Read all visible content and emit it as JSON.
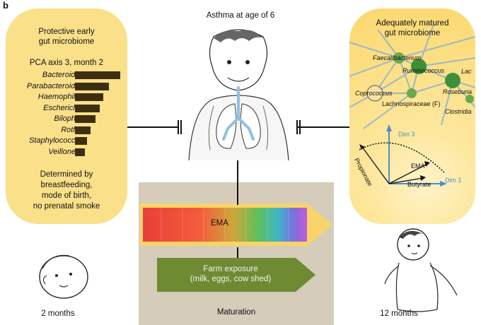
{
  "panel_letter": "b",
  "top_title": "Asthma at age of 6",
  "left_box": {
    "title_line1": "Protective early",
    "title_line2": "gut microbiome",
    "subtitle": "PCA axis 3, month 2",
    "bars": [
      {
        "label": "Bacteroides",
        "value": 1.0
      },
      {
        "label": "Parabacteroides",
        "value": 0.75
      },
      {
        "label": "Haemophilus",
        "value": 0.62
      },
      {
        "label": "Escherichia",
        "value": 0.55
      },
      {
        "label": "Bilophila",
        "value": 0.45
      },
      {
        "label": "Rothia",
        "value": 0.34
      },
      {
        "label": "Staphylococcus",
        "value": 0.26
      },
      {
        "label": "Veillonella",
        "value": 0.22
      }
    ],
    "footer_line1": "Determined by",
    "footer_line2": "breastfeeding,",
    "footer_line3": "mode of birth,",
    "footer_line4": "no prenatal smoke"
  },
  "right_box": {
    "title_line1": "Adequately matured",
    "title_line2": "gut microbiome",
    "network_labels": {
      "faecalibacterium": "Faecalibacterium",
      "ruminococcus": "Ruminococcus",
      "lac": "Lac",
      "coprococcus": "Coprococcus",
      "roseburia": "Roseburia",
      "lachnospiraceae": "Lachnospiraceae (F)",
      "clostridia": "Clostridia"
    },
    "dim3": "Dim 3",
    "dim1": "Dim 1",
    "propionate": "Propionate",
    "ema": "EMA",
    "butyrate": "Butyrate"
  },
  "ema_label": "EMA",
  "farm_line1": "Farm exposure",
  "farm_line2": "(milk, eggs, cow shed)",
  "maturation_label": "Maturation",
  "left_age": "2 months",
  "right_age": "12 months",
  "colors": {
    "yellow_box": "#fbe08a",
    "bar": "#3d2e0f",
    "maturation_bg": "#d5ccba",
    "farm_arrow": "#6e8a32",
    "ema_arrow": "#f8d46a",
    "network_node": "#6aa84f",
    "network_edge": "#8fb4cf",
    "dim_axis": "#4a90c2"
  }
}
